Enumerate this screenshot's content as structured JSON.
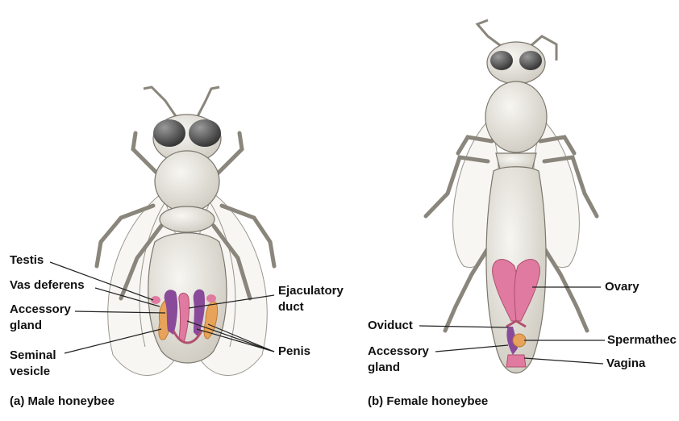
{
  "male": {
    "caption": "(a) Male honeybee",
    "labels": {
      "testis": "Testis",
      "vas_deferens": "Vas deferens",
      "accessory_gland_1": "Accessory",
      "accessory_gland_2": "gland",
      "seminal_vesicle_1": "Seminal",
      "seminal_vesicle_2": "vesicle",
      "ejaculatory_duct_1": "Ejaculatory",
      "ejaculatory_duct_2": "duct",
      "penis": "Penis"
    }
  },
  "female": {
    "caption": "(b) Female honeybee",
    "labels": {
      "ovary": "Ovary",
      "oviduct": "Oviduct",
      "accessory_gland_1": "Accessory",
      "accessory_gland_2": "gland",
      "spermatheca": "Spermathec",
      "vagina": "Vagina"
    }
  },
  "colors": {
    "body": "#e6e3db",
    "outline": "#7a766c",
    "eye": "#3a3a3a",
    "pink": "#e07aa0",
    "purple": "#8a4a9a",
    "orange": "#e8a35a",
    "wing": "#f4f3ef"
  }
}
